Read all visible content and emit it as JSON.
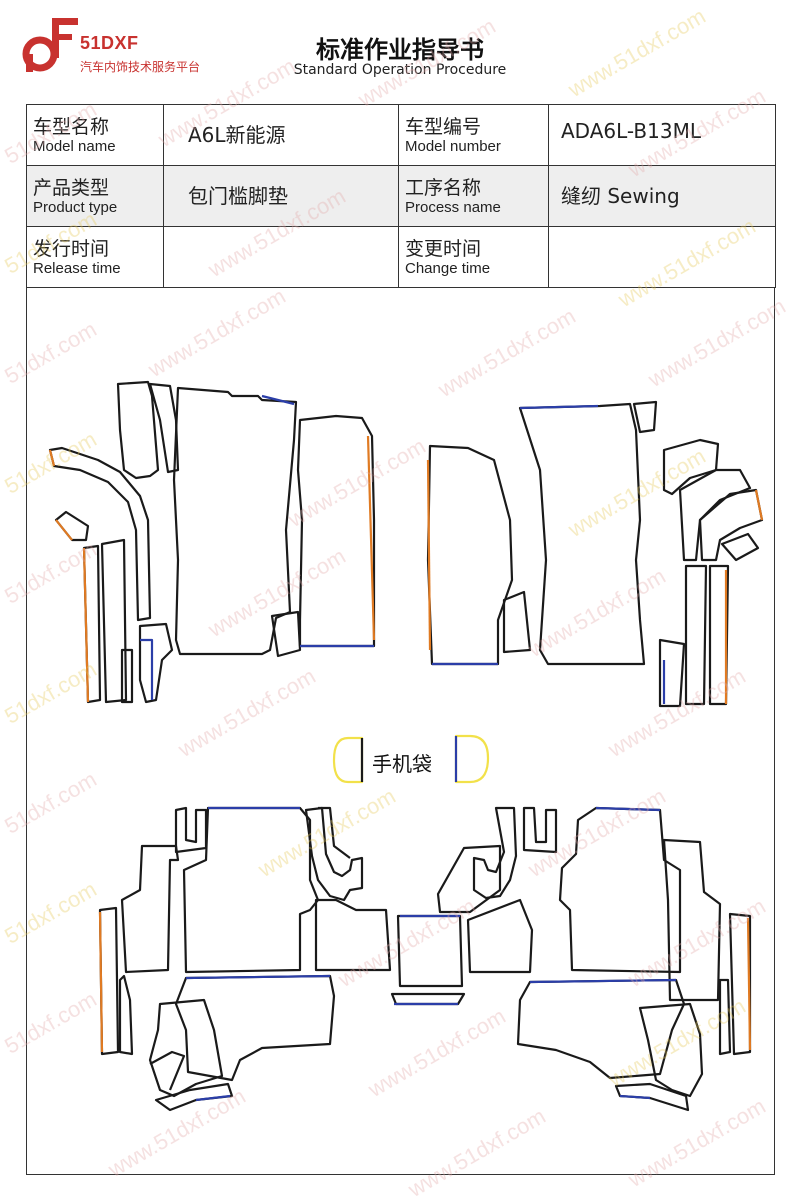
{
  "header": {
    "brand": "51DXF",
    "brand_subtitle": "汽车内饰技术服务平台",
    "title": "标准作业指导书",
    "subtitle": "Standard Operation Procedure"
  },
  "info_table": {
    "model_name_cn": "车型名称",
    "model_name_en": "Model name",
    "model_name_value": "A6L新能源",
    "model_number_cn": "车型编号",
    "model_number_en": "Model number",
    "model_number_value": "ADA6L-B13ML",
    "product_type_cn": "产品类型",
    "product_type_en": "Product type",
    "product_type_value": "包门槛脚垫",
    "process_name_cn": "工序名称",
    "process_name_en": "Process name",
    "process_name_value": "缝纫 Sewing",
    "release_time_cn": "发行时间",
    "release_time_en": "Release time",
    "release_time_value": "",
    "change_time_cn": "变更时间",
    "change_time_en": "Change time",
    "change_time_value": ""
  },
  "drawing": {
    "pocket_label": "手机袋",
    "outline_color": "#1a1a1a",
    "edge_colors": {
      "blue": "#2b3ea8",
      "orange": "#e07a22",
      "yellow": "#f2e14a"
    }
  },
  "watermark": {
    "text": "www.51dxf.com",
    "short_text": "51dxf.com"
  }
}
